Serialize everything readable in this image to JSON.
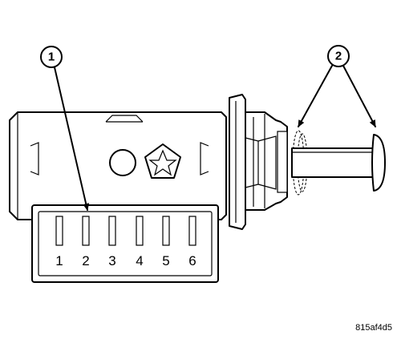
{
  "callouts": [
    {
      "number": "1"
    },
    {
      "number": "2"
    }
  ],
  "pin_labels": [
    "1",
    "2",
    "3",
    "4",
    "5",
    "6"
  ],
  "figure_code": "815af4d5"
}
